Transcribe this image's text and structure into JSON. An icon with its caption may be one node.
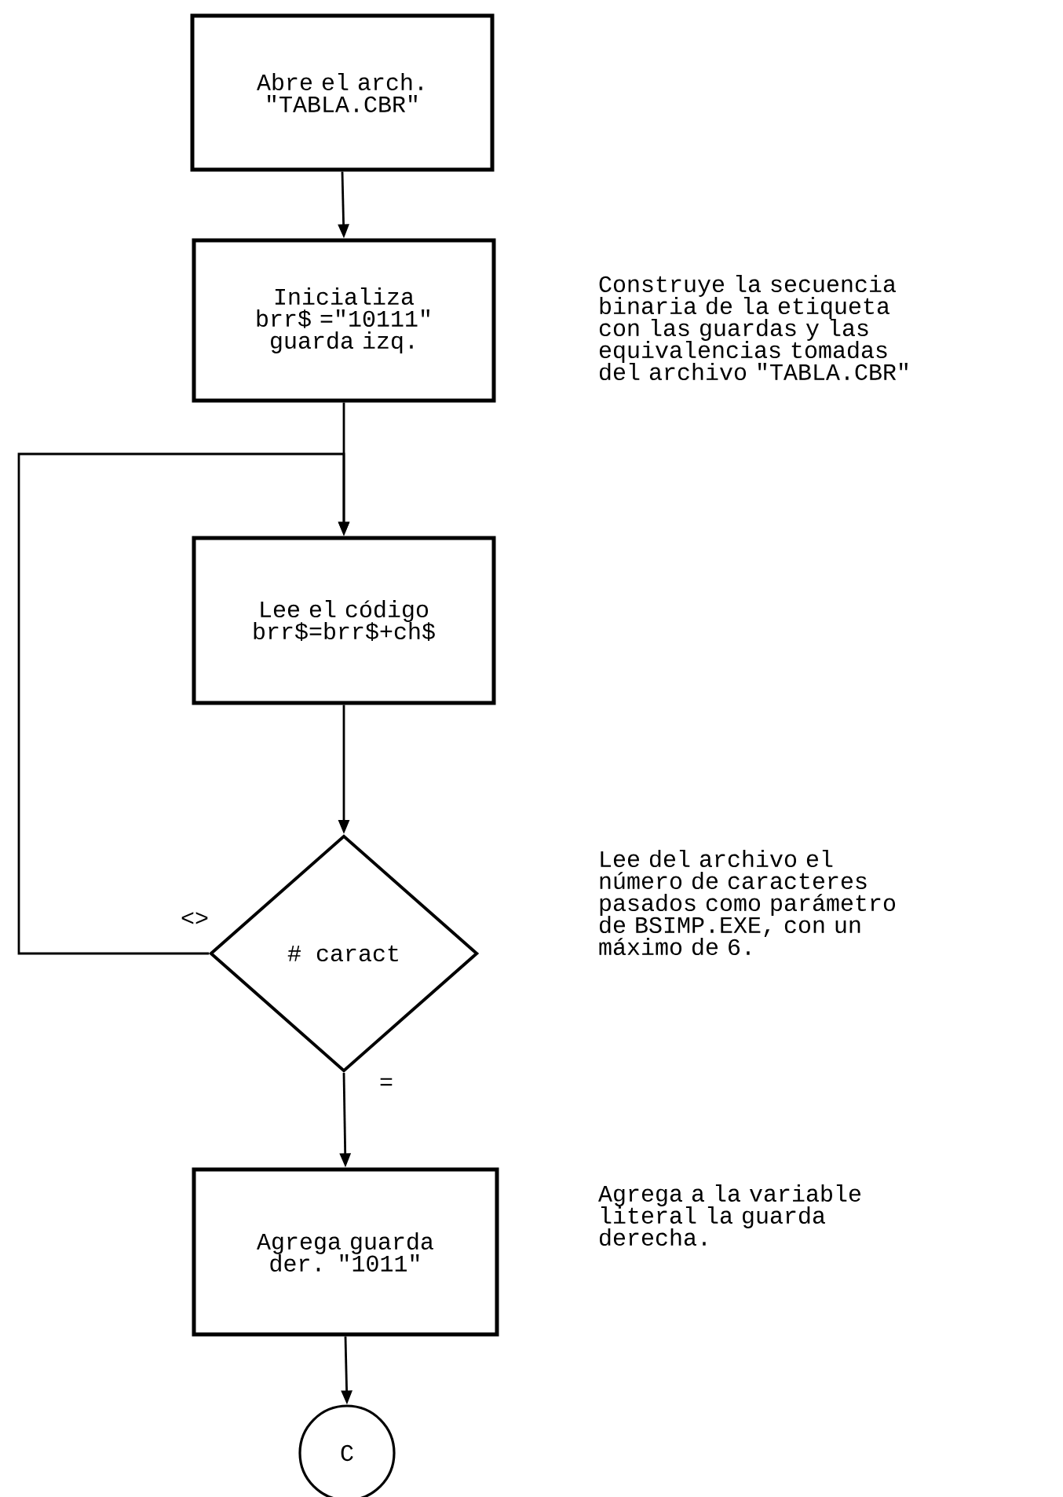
{
  "diagram": {
    "nodes": [
      {
        "text": [
          "Abre el arch. \"TABLA.CBR\""
        ]
      },
      {
        "text": [
          "Inicializa brr$ =\"10111\" guarda izq."
        ]
      },
      {
        "text": [
          "Lee el código brr$=brr$+ch$"
        ]
      },
      {
        "text": [
          "# caract"
        ]
      },
      {
        "text": [
          "Agrega guarda der. \"1011\""
        ]
      },
      {
        "text": [
          "C"
        ]
      }
    ],
    "edges": [
      {
        "from": 0,
        "to": 1,
        "arrow": "to"
      },
      {
        "from": 1,
        "to": 2,
        "arrow": "to"
      },
      {
        "from": 2,
        "to": 3,
        "arrow": "to"
      },
      {
        "from": 3,
        "to": 2,
        "arrow": "to",
        "label": "<>"
      },
      {
        "from": 3,
        "to": 4,
        "arrow": "to",
        "label": "="
      },
      {
        "from": 4,
        "to": 5,
        "arrow": "to"
      }
    ],
    "labels": [
      "Construye la secuencia binaria de la etiqueta con las guardas y las equivalencias tomadas del archivo \"TABLA.CBR\"",
      "Lee del archivo el número de caracteres pasados como parámetro de BSIMP.EXE, con un máximo de 6.",
      "Agrega a la variable literal la guarda derecha."
    ]
  }
}
